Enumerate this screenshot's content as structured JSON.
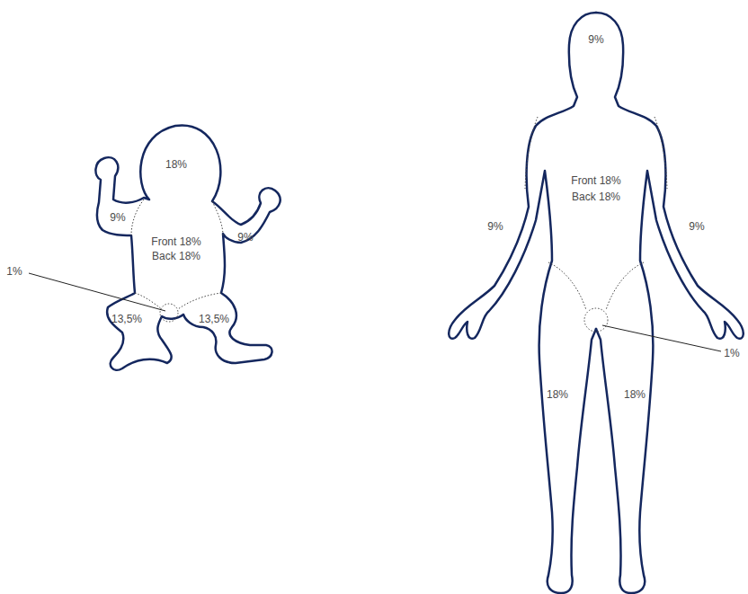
{
  "diagram": {
    "labels": [
      "18%",
      "9%",
      "Front 18%",
      "Back 18%",
      "9%",
      "1%",
      "13,5%",
      "13,5%",
      "9%",
      "Front 18%",
      "Back 18%",
      "9%",
      "9%",
      "1%",
      "18%",
      "18%"
    ]
  }
}
